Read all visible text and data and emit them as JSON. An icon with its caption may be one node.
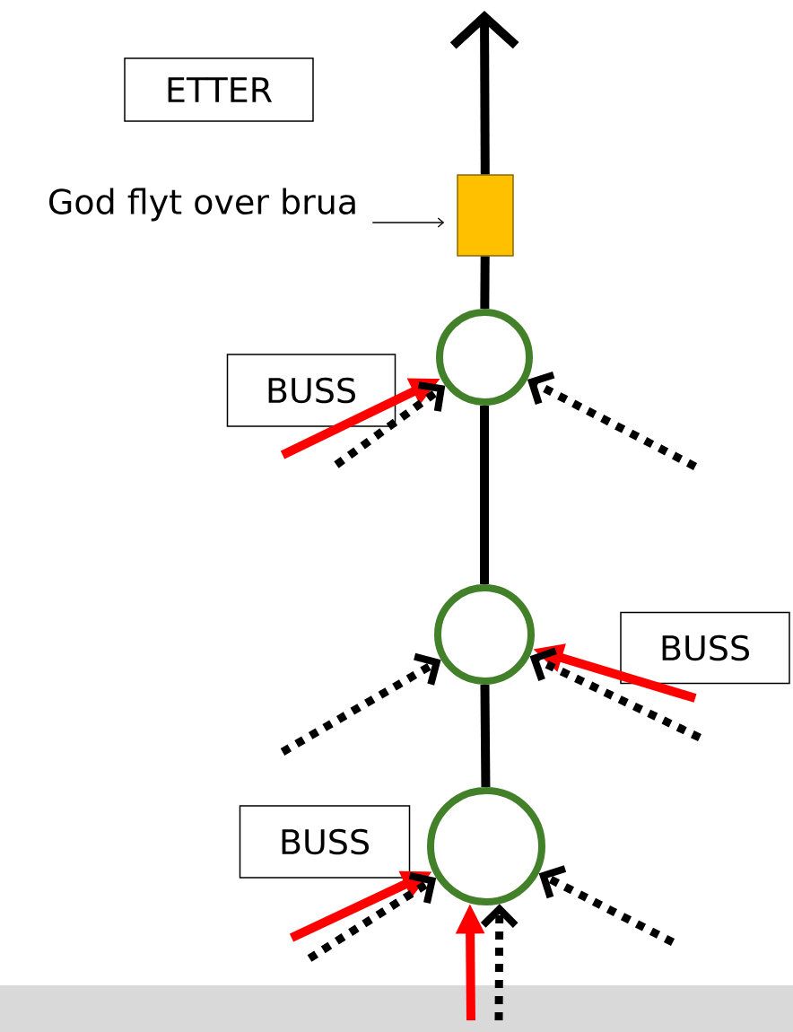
{
  "diagram": {
    "nodes": [
      {
        "text": [
          "ETTER"
        ]
      },
      {
        "text": [
          "God flyt over brua"
        ]
      },
      {
        "text": [],
        "shape": "box"
      },
      {
        "text": [
          "BUSS"
        ]
      },
      {
        "text": [
          "BUSS"
        ]
      },
      {
        "text": [
          "BUSS"
        ]
      },
      {
        "text": [],
        "shape": "circle"
      },
      {
        "text": [],
        "shape": "circle"
      },
      {
        "text": [],
        "shape": "circle"
      }
    ],
    "edges": [
      {
        "from": 8,
        "to": 7,
        "arrow": "none"
      },
      {
        "from": 7,
        "to": 6,
        "arrow": "none"
      },
      {
        "from": 6,
        "to": 2,
        "arrow": "none"
      },
      {
        "from": 2,
        "to": null,
        "arrow": "to"
      },
      {
        "from": 1,
        "to": 2,
        "arrow": "to"
      },
      {
        "from": null,
        "to": 6,
        "arrow": "to",
        "color": "#ff0000"
      },
      {
        "from": null,
        "to": 6,
        "arrow": "to",
        "style": "dashed"
      },
      {
        "from": null,
        "to": 6,
        "arrow": "to",
        "style": "dashed"
      },
      {
        "from": null,
        "to": 7,
        "arrow": "to",
        "style": "dashed"
      },
      {
        "from": null,
        "to": 7,
        "arrow": "to",
        "color": "#ff0000"
      },
      {
        "from": null,
        "to": 7,
        "arrow": "to",
        "style": "dashed"
      },
      {
        "from": null,
        "to": 8,
        "arrow": "to",
        "color": "#ff0000"
      },
      {
        "from": null,
        "to": 8,
        "arrow": "to",
        "style": "dashed"
      },
      {
        "from": null,
        "to": 8,
        "arrow": "to",
        "color": "#ff0000"
      },
      {
        "from": null,
        "to": 8,
        "arrow": "to",
        "style": "dashed"
      },
      {
        "from": null,
        "to": 8,
        "arrow": "to",
        "style": "dashed"
      }
    ]
  }
}
